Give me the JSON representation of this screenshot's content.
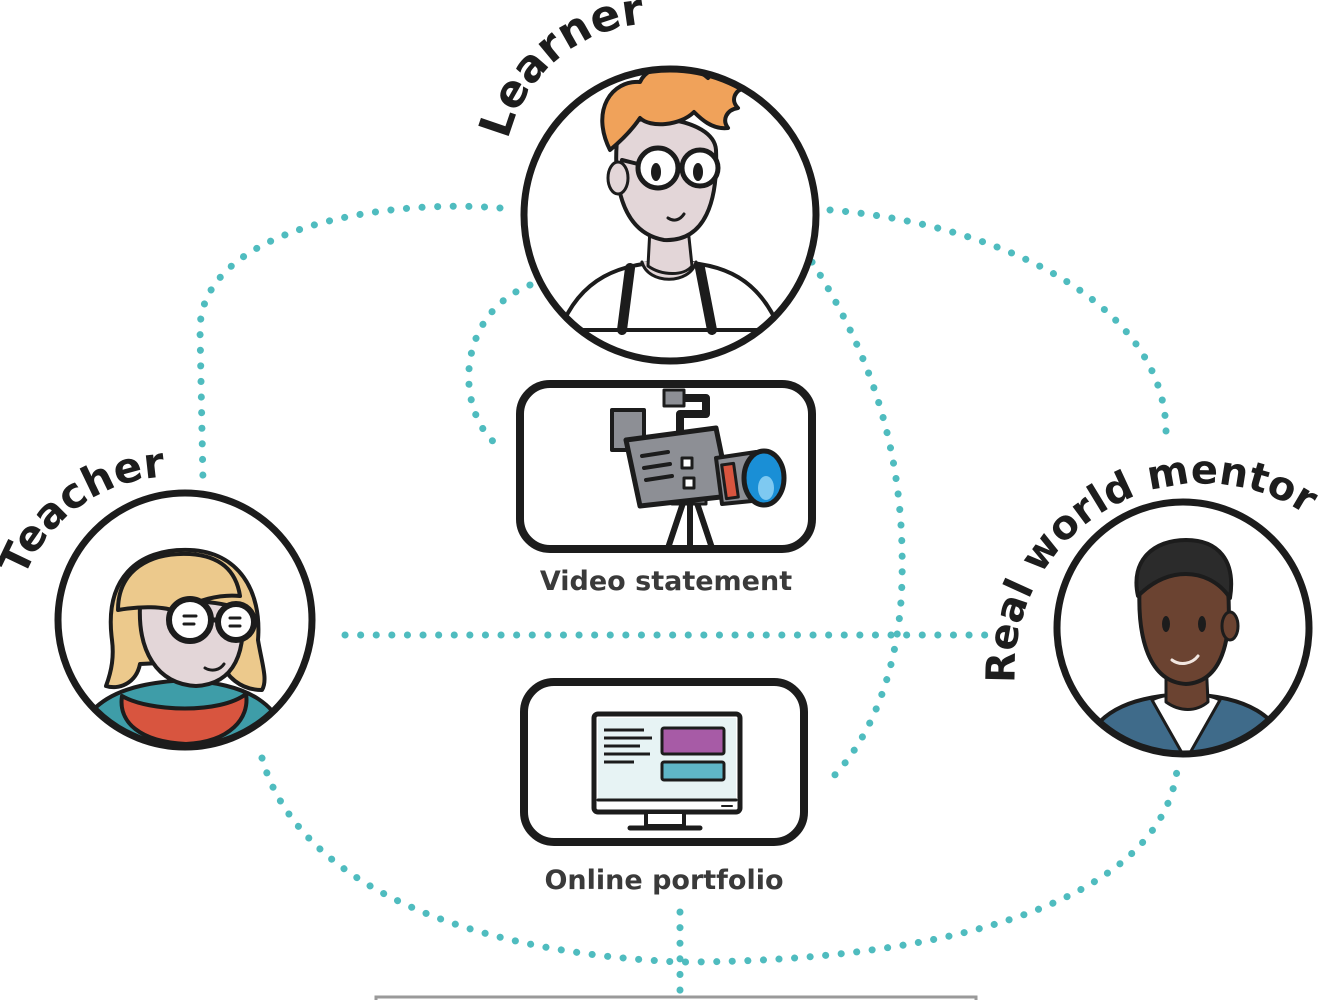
{
  "roles": {
    "learner": "Learner",
    "teacher": "Teacher",
    "mentor": "Real world mentor"
  },
  "items": {
    "video": "Video statement",
    "portfolio": "Online portfolio"
  },
  "colors": {
    "connector": "#4fbcbf",
    "outline": "#1c1c1c",
    "label": "#3a3a3a",
    "learner_hair": "#f0a25a",
    "teacher_hair": "#ecc98c",
    "teacher_scarf": "#d8553f",
    "teacher_top": "#3e9da8",
    "mentor_skin": "#6b4331",
    "mentor_jacket": "#3f6b8a",
    "lens": "#1a8fd6",
    "screen_purple": "#a75ba6",
    "screen_blue": "#5fb6c7"
  },
  "icons": [
    "video-camera-icon",
    "monitor-icon"
  ]
}
